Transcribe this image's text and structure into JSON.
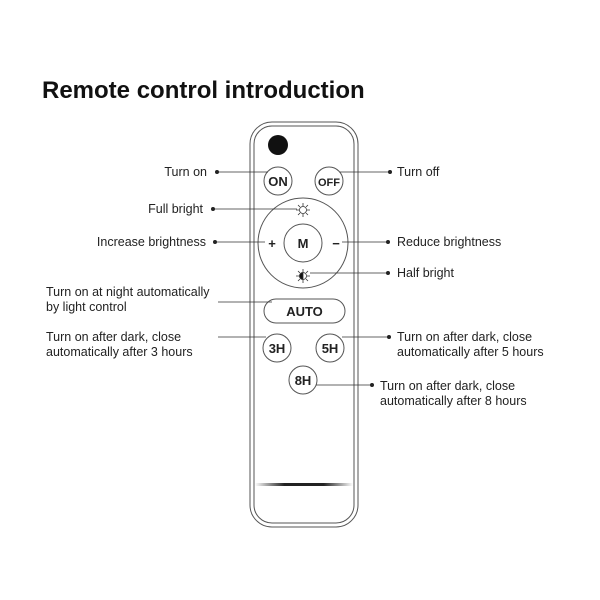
{
  "title": "Remote control introduction",
  "buttons": {
    "on": "ON",
    "off": "OFF",
    "m": "M",
    "plus": "+",
    "minus": "−",
    "auto": "AUTO",
    "h3": "3H",
    "h5": "5H",
    "h8": "8H"
  },
  "icons": {
    "full_bright": "sun-outline-icon",
    "half_bright": "half-sun-icon",
    "indicator": "ir-emitter"
  },
  "labels": {
    "turn_on": "Turn on",
    "turn_off": "Turn off",
    "full_bright": "Full bright",
    "increase": "Increase brightness",
    "reduce": "Reduce brightness",
    "half_bright": "Half bright",
    "auto_1": "Turn on at night automatically",
    "auto_2": "by light control",
    "h3_1": "Turn on after dark, close",
    "h3_2": "automatically after 3 hours",
    "h5_1": "Turn on after dark, close",
    "h5_2": "automatically after 5 hours",
    "h8_1": "Turn on after dark, close",
    "h8_2": "automatically after 8 hours"
  }
}
